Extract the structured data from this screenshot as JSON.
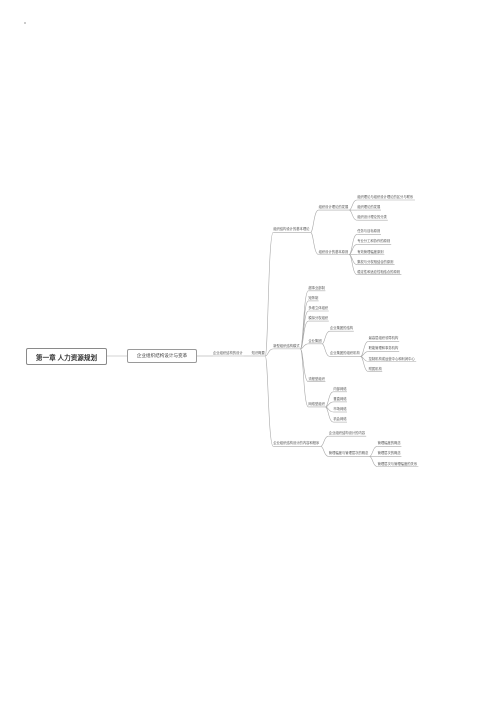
{
  "root": "第一章 人力资源规划",
  "main": "企业组织结构设计与变革",
  "tree": {
    "label": "企业组织结构的设计",
    "children": [
      {
        "label": "知识概要",
        "children": [
          {
            "label": "组织结构设计的基本理论",
            "children": [
              {
                "label": "组织设计理论的发展",
                "children": [
                  {
                    "label": "组织理论与组织设计理论的区分与联系"
                  },
                  {
                    "label": "组织理论的发展"
                  },
                  {
                    "label": "组织设计理论的分类"
                  }
                ]
              },
              {
                "label": "组织设计的基本原则",
                "children": [
                  {
                    "label": "任务与目标原则"
                  },
                  {
                    "label": "专业分工和协作的原则"
                  },
                  {
                    "label": "有效管理幅度原则"
                  },
                  {
                    "label": "集权与分权相结合的原则"
                  },
                  {
                    "label": "稳定性和适应性相结合的原则"
                  }
                ]
              }
            ]
          },
          {
            "label": "新型组织结构模式",
            "children": [
              {
                "label": "超事业部制"
              },
              {
                "label": "矩阵制"
              },
              {
                "label": "多维立体组织"
              },
              {
                "label": "模拟分权组织"
              },
              {
                "label": "企业集团",
                "children": [
                  {
                    "label": "企业集团的结构"
                  },
                  {
                    "label": "企业集团的组织机构",
                    "children": [
                      {
                        "label": "最高层组织领导机构"
                      },
                      {
                        "label": "职能管理和事务机构"
                      },
                      {
                        "label": "控制机构或运营中心和利润中心"
                      },
                      {
                        "label": "附属机构"
                      }
                    ]
                  }
                ]
              },
              {
                "label": "流程型组织"
              },
              {
                "label": "网络型组织",
                "children": [
                  {
                    "label": "内部网络"
                  },
                  {
                    "label": "垂直网络"
                  },
                  {
                    "label": "市场网络"
                  },
                  {
                    "label": "机会网络"
                  }
                ]
              }
            ]
          },
          {
            "label": "企业组织结构设计的内容和程序",
            "children": [
              {
                "label": "企业组织结构设计的内容"
              },
              {
                "label": "管理幅度与管理层次的概念",
                "children": [
                  {
                    "label": "管理幅度的概念"
                  },
                  {
                    "label": "管理层次的概念"
                  },
                  {
                    "label": "管理层次与管理幅度的关系"
                  }
                ]
              }
            ]
          }
        ]
      }
    ]
  }
}
